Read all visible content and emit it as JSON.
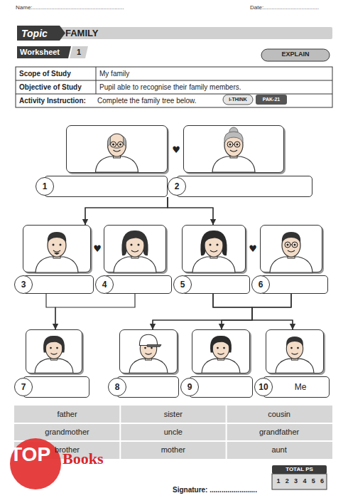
{
  "diagram": {
    "title": "FAMILY",
    "nodes": [
      {
        "text": [
          "1"
        ]
      },
      {
        "text": [
          "2"
        ]
      },
      {
        "text": [
          "3"
        ]
      },
      {
        "text": [
          "4"
        ]
      },
      {
        "text": [
          "5"
        ]
      },
      {
        "text": [
          "6"
        ]
      },
      {
        "text": [
          "7"
        ]
      },
      {
        "text": [
          "8"
        ]
      },
      {
        "text": [
          "9"
        ]
      },
      {
        "text": [
          "10",
          "Me"
        ]
      }
    ],
    "edges": [
      {
        "from": 0,
        "to": 2,
        "arrow": "to"
      },
      {
        "from": 1,
        "to": 2,
        "arrow": "to"
      },
      {
        "from": 0,
        "to": 4,
        "arrow": "to"
      },
      {
        "from": 1,
        "to": 4,
        "arrow": "to"
      },
      {
        "from": 2,
        "to": 6,
        "arrow": "to"
      },
      {
        "from": 3,
        "to": 6,
        "arrow": "to"
      },
      {
        "from": 4,
        "to": 7,
        "arrow": "to"
      },
      {
        "from": 4,
        "to": 8,
        "arrow": "to"
      },
      {
        "from": 4,
        "to": 9,
        "arrow": "to"
      },
      {
        "from": 5,
        "to": 7,
        "arrow": "to"
      },
      {
        "from": 5,
        "to": 8,
        "arrow": "to"
      },
      {
        "from": 5,
        "to": 9,
        "arrow": "to"
      }
    ],
    "labels": [
      "Name:..........................................................",
      "Date:...................................",
      "Topic",
      "Worksheet",
      "1",
      "EXPLAIN",
      "Scope of Study",
      "My family",
      "Objective of Study",
      "Pupil able to recognise their family members.",
      "Activity Instruction:",
      "Complete the family tree below.",
      "i-THINK",
      "PAK-21",
      "♥",
      "♥",
      "♥",
      "father",
      "sister",
      "cousin",
      "grandmother",
      "uncle",
      "grandfather",
      "brother",
      "mother",
      "aunt",
      "TOP",
      "Books",
      "Signature: ........................",
      "TOTAL PS",
      "1",
      "2",
      "3",
      "4",
      "5",
      "6"
    ]
  }
}
